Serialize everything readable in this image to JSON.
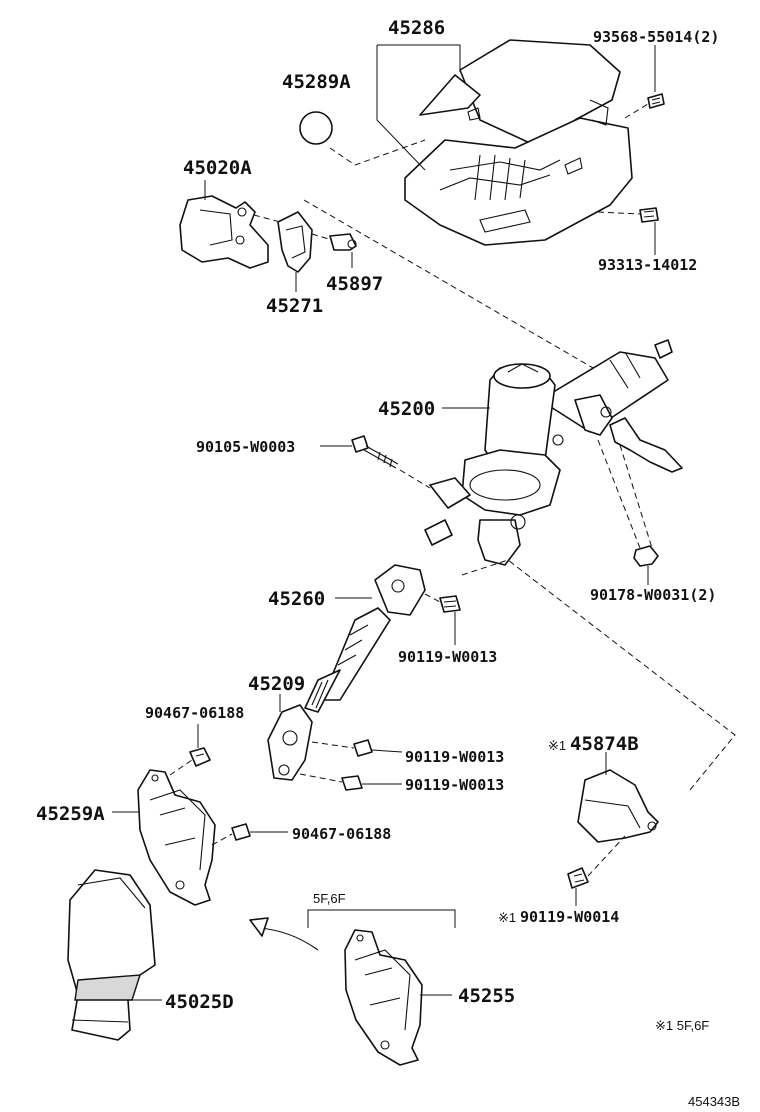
{
  "labels": {
    "p45286": "45286",
    "p45289A": "45289A",
    "p93568": "93568-55014(2)",
    "p45020A": "45020A",
    "p45897": "45897",
    "p45271": "45271",
    "p93313": "93313-14012",
    "p45200": "45200",
    "p90105": "90105-W0003",
    "p90178": "90178-W0031(2)",
    "p45260": "45260",
    "p90119a": "90119-W0013",
    "p45209": "45209",
    "p90467a": "90467-06188",
    "p90119b": "90119-W0013",
    "p90119c": "90119-W0013",
    "p45874B": "45874B",
    "p45259A": "45259A",
    "p90467b": "90467-06188",
    "p90119d": "90119-W0014",
    "variant_bracket": "5F,6F",
    "p45255": "45255",
    "p45025D": "45025D",
    "footnote": "※1 5F,6F",
    "drawing_id": "454343B"
  },
  "marks": {
    "note_mark": "※1"
  }
}
